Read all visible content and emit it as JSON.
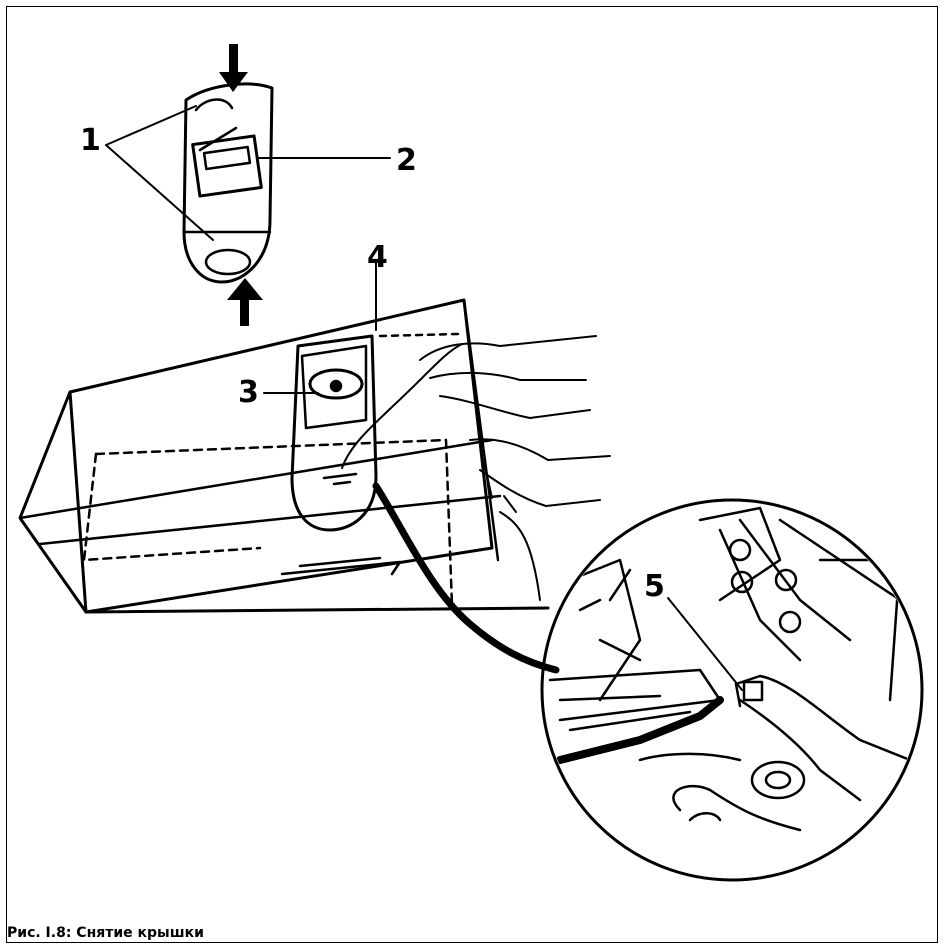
{
  "caption": "Рис. I.8: Снятие крышки",
  "callouts": {
    "c1": "1",
    "c2": "2",
    "c3": "3",
    "c4": "4",
    "c5": "5"
  }
}
